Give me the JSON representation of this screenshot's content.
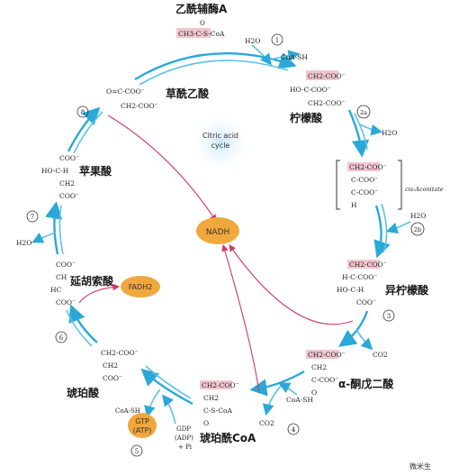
{
  "compounds": {
    "acetyl_coa": {
      "name": "乙酰辅酶A",
      "formula": "CH3-C-S-CoA",
      "carbonyl_o": "O"
    },
    "citrate": {
      "name": "柠檬酸",
      "lines": [
        "CH2-COO⁻",
        "HO-C-COO⁻",
        "CH2-COO⁻"
      ]
    },
    "cis_aconitate": {
      "name": "cis-Aconitate",
      "lines": [
        "CH2-COO⁻",
        "C-COO⁻",
        "C-COO⁻",
        "H"
      ]
    },
    "isocitrate": {
      "name": "异柠檬酸",
      "lines": [
        "CH2-COO⁻",
        "H-C-COO⁻",
        "HO-C-H",
        "COO⁻"
      ]
    },
    "alpha_ketoglutarate": {
      "name": "α-酮戊二酸",
      "lines": [
        "CH2-COO⁻",
        "CH2",
        "C-COO⁻",
        "O"
      ]
    },
    "succinyl_coa": {
      "name": "琥珀酰CoA",
      "lines": [
        "CH2-COO⁻",
        "CH2",
        "C-S-CoA",
        "O"
      ]
    },
    "succinate": {
      "name": "琥珀酸",
      "lines": [
        "CH2-COO⁻",
        "CH2",
        "COO⁻"
      ]
    },
    "fumarate": {
      "name": "延胡索酸",
      "lines": [
        "COO⁻",
        "CH",
        "HC",
        "COO⁻"
      ]
    },
    "malate": {
      "name": "苹果酸",
      "lines": [
        "COO⁻",
        "HO-C-H",
        "CH2",
        "COO⁻"
      ]
    },
    "oxaloacetate": {
      "name": "草酰乙酸",
      "lines": [
        "O=C-COO⁻",
        "CH2-COO⁻"
      ]
    }
  },
  "center_label": [
    "Citric acid",
    "cycle"
  ],
  "cofactors": {
    "nadh": "NADH",
    "fadh2": "FADH2",
    "gtp": [
      "GTP",
      "(ATP)"
    ]
  },
  "side_labels": {
    "h2o_1": "H2O",
    "coash_1": "CoA-SH",
    "h2o_2a": "H2O",
    "h2o_2b": "H2O",
    "co2_3": "CO2",
    "coash_4": "CoA-SH",
    "co2_4": "CO2",
    "coash_5": "CoA-SH",
    "gdp": [
      "GDP",
      "(ADP)",
      "+ Pi"
    ],
    "h2o_7": "H2O"
  },
  "steps": [
    "1",
    "2a",
    "2b",
    "3",
    "4",
    "5",
    "6",
    "7",
    "8"
  ],
  "watermark": "微米生",
  "colors": {
    "cycle_arrow": "#2aa8d8",
    "nadh_fill": "#f0a83c",
    "highlight": "#f2c6cf",
    "red_arrow": "#d23a6a",
    "center_glow": "#d6ecfa"
  }
}
